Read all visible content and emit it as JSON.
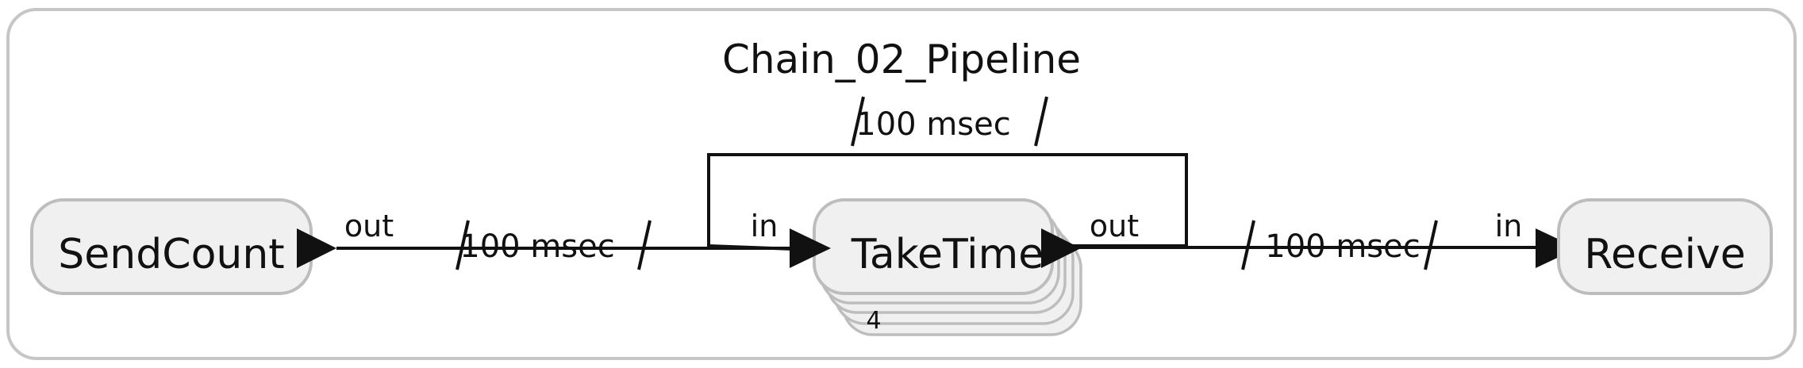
{
  "diagram": {
    "title": "Chain_02_Pipeline",
    "nodes": {
      "send": {
        "label": "SendCount",
        "port_out": "out"
      },
      "take": {
        "label": "TakeTime",
        "port_in": "in",
        "port_out": "out",
        "instances": "4"
      },
      "receive": {
        "label": "Receive",
        "port_in": "in"
      }
    },
    "connections": {
      "send_to_take": {
        "delay": "100 msec"
      },
      "take_feedback": {
        "delay": "100 msec"
      },
      "take_to_receive": {
        "delay": "100 msec"
      }
    }
  }
}
